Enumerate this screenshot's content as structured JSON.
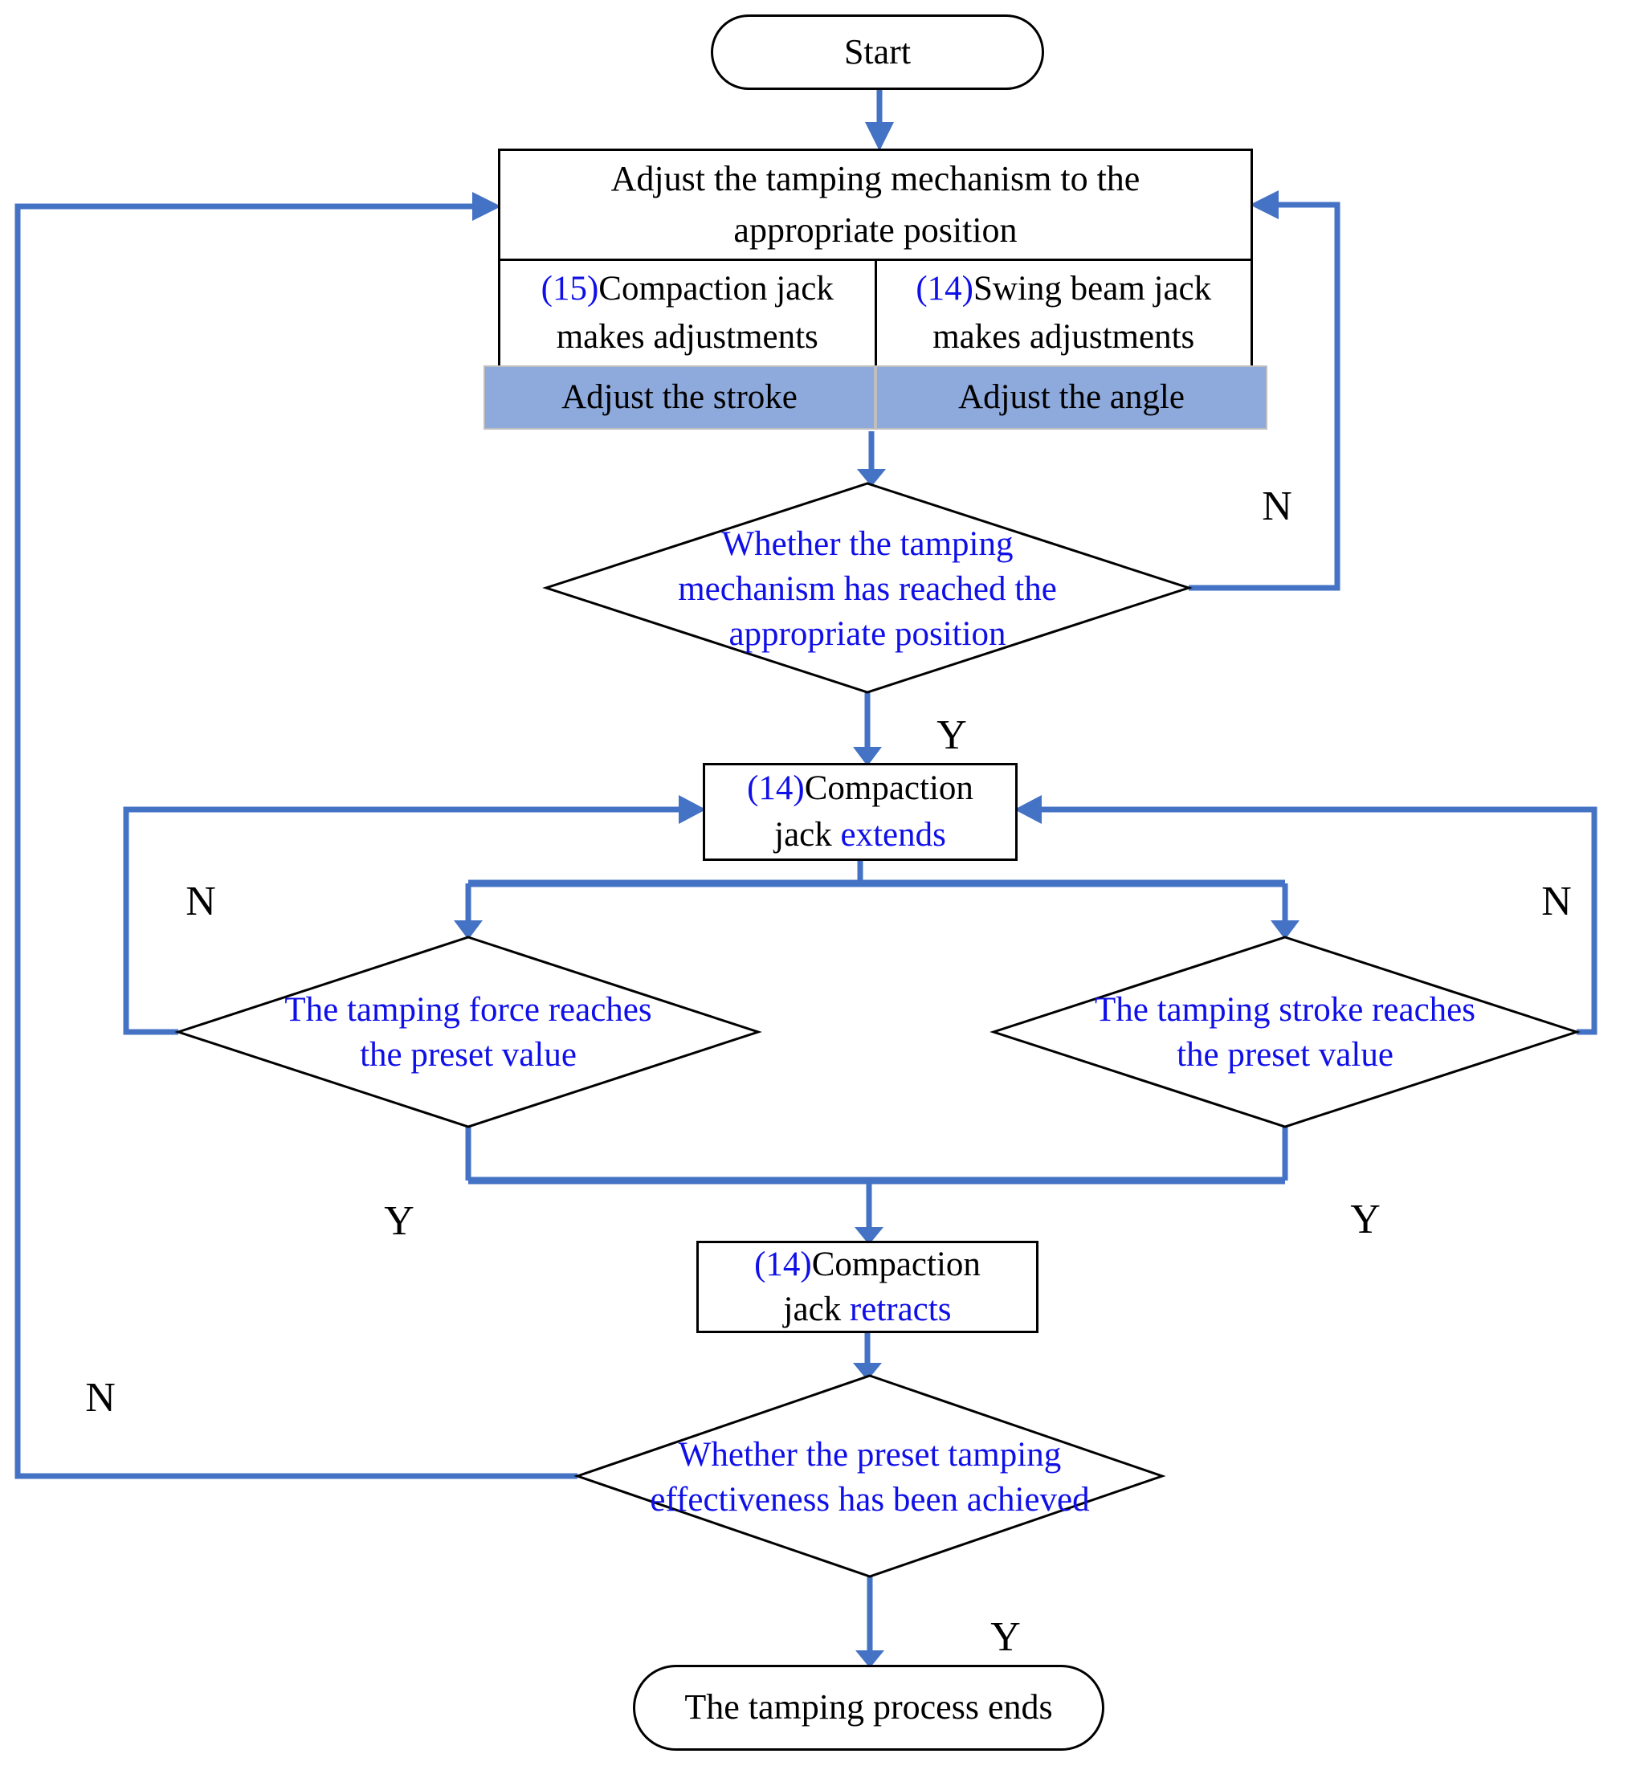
{
  "colors": {
    "connector_blue": "#4472C4",
    "text_blue": "#0F0FE8",
    "highlight_bg": "#8EA9DB",
    "highlight_border": "#BFBFBF",
    "shape_border": "#000000"
  },
  "terminators": {
    "start": "Start",
    "end": "The tamping process ends"
  },
  "adjust_box": {
    "title_lines": [
      "Adjust the tamping mechanism to the",
      "appropriate position"
    ],
    "left_cell": {
      "num": "(15)",
      "text": "Compaction jack makes adjustments"
    },
    "right_cell": {
      "num": "(14)",
      "text": "Swing beam jack makes adjustments"
    },
    "left_action": "Adjust the stroke",
    "right_action": "Adjust the angle"
  },
  "decisions": {
    "position": {
      "lines": [
        "Whether the tamping",
        "mechanism has reached the",
        "appropriate position"
      ]
    },
    "force": {
      "lines": [
        "The tamping force reaches",
        "the preset value"
      ]
    },
    "stroke": {
      "lines": [
        "The tamping stroke reaches",
        "the preset value"
      ]
    },
    "effect": {
      "lines": [
        "Whether the preset tamping",
        "effectiveness has been achieved"
      ]
    }
  },
  "actions": {
    "extend": {
      "num": "(14)",
      "text": "Compaction jack",
      "verb": "extends"
    },
    "retract": {
      "num": "(14)",
      "text": "Compaction jack",
      "verb": "retracts"
    }
  },
  "branch_labels": {
    "n_top_right": "N",
    "y_after_position": "Y",
    "n_left": "N",
    "n_right": "N",
    "y_left": "Y",
    "y_right": "Y",
    "n_far_left": "N",
    "y_bottom": "Y"
  }
}
